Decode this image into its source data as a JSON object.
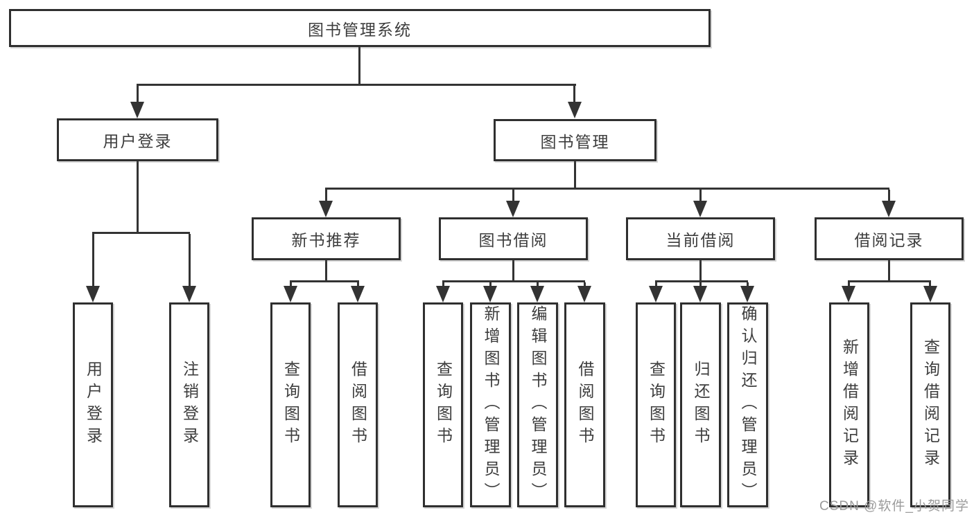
{
  "tree": {
    "label": "图书管理系统",
    "children": [
      {
        "label": "用户登录",
        "children": [
          {
            "label": "用户登录"
          },
          {
            "label": "注销登录"
          }
        ]
      },
      {
        "label": "图书管理",
        "children": [
          {
            "label": "新书推荐",
            "children": [
              {
                "label": "查询图书"
              },
              {
                "label": "借阅图书"
              }
            ]
          },
          {
            "label": "图书借阅",
            "children": [
              {
                "label": "查询图书"
              },
              {
                "label": "新增图书（管理员）"
              },
              {
                "label": "编辑图书（管理员）"
              },
              {
                "label": "借阅图书"
              }
            ]
          },
          {
            "label": "当前借阅",
            "children": [
              {
                "label": "查询图书"
              },
              {
                "label": "归还图书"
              },
              {
                "label": "确认归还（管理员）"
              }
            ]
          },
          {
            "label": "借阅记录",
            "children": [
              {
                "label": "新增借阅记录"
              },
              {
                "label": "查询借阅记录"
              }
            ]
          }
        ]
      }
    ]
  },
  "watermark": {
    "text": "CSDN @软件_小贺同学"
  },
  "colors": {
    "line": "#333333",
    "text": "#3d3d3d",
    "box_border": "#2f2f2f",
    "box_background": "#ffffff",
    "watermark": "#9b9b9b"
  }
}
